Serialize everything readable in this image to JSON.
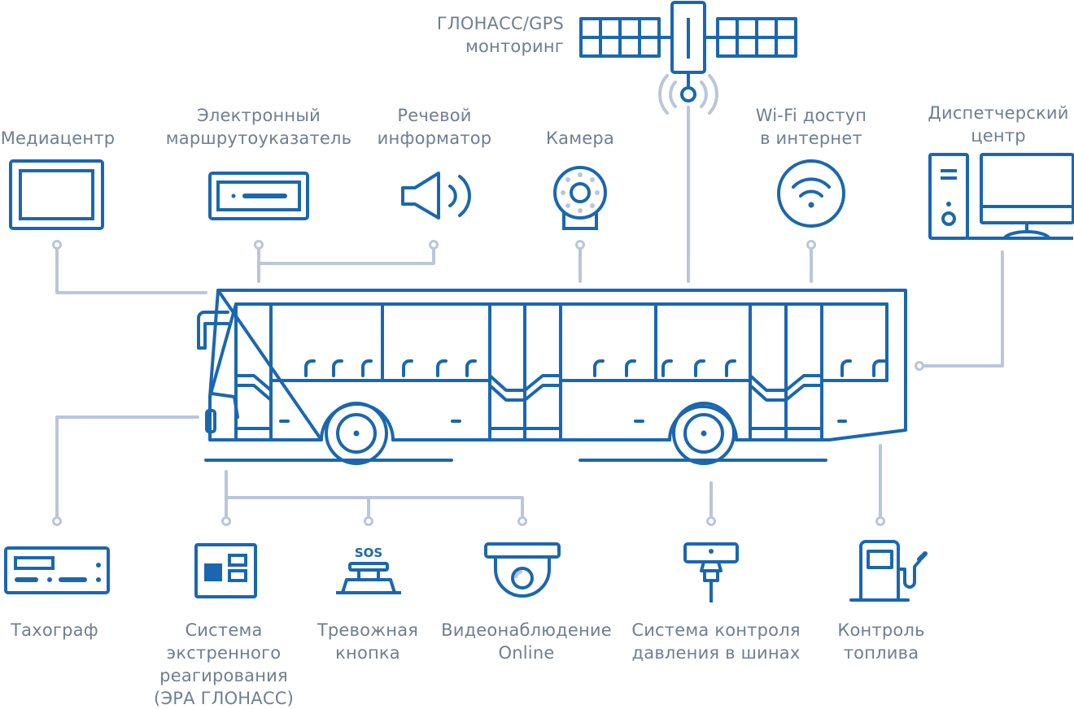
{
  "colors": {
    "primary_blue": "#1a67b0",
    "connector": "#b9c6dc",
    "label_text": "#6f7e92",
    "background": "#ffffff"
  },
  "labels": {
    "glonass": [
      "ГЛОНАСС/GPS",
      "монторинг"
    ],
    "mediacenter": [
      "Медиацентр"
    ],
    "route_indicator": [
      "Электронный",
      "маршрутоуказатель"
    ],
    "voice_informer": [
      "Речевой",
      "информатор"
    ],
    "camera": [
      "Камера"
    ],
    "wifi": [
      "Wi-Fi доступ",
      "в интернет"
    ],
    "dispatch": [
      "Диспетчерский",
      "центр"
    ],
    "tachograph": [
      "Тахограф"
    ],
    "era": [
      "Система",
      "экстренного",
      "реагирования",
      "(ЭРА ГЛОНАСС)"
    ],
    "alarm": [
      "Тревожная",
      "кнопка"
    ],
    "video": [
      "Видеонаблюдение",
      "Online"
    ],
    "tire": [
      "Система контроля",
      "давления в шинах"
    ],
    "fuel": [
      "Контроль",
      "топлива"
    ]
  },
  "sos_text": "SOS",
  "icons": [
    "satellite-icon",
    "monitor-icon",
    "route-display-icon",
    "speaker-icon",
    "webcam-icon",
    "wifi-icon",
    "desktop-computer-icon",
    "tachograph-icon",
    "era-module-icon",
    "sos-button-icon",
    "dome-camera-icon",
    "tire-sensor-icon",
    "fuel-pump-icon",
    "bus-icon"
  ]
}
